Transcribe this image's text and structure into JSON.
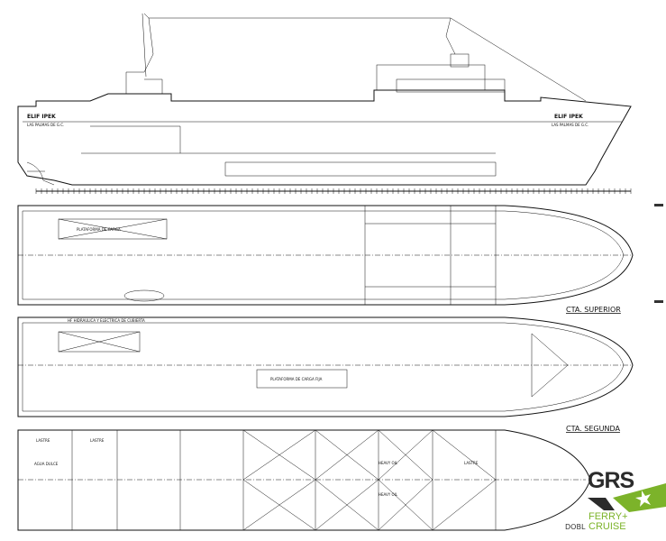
{
  "profile": {
    "ship_name": "ELIF IPEK",
    "port": "LAS PALMAS DE G.C."
  },
  "decks": {
    "upper": {
      "title": "CTA. SUPERIOR",
      "platform": "PLATAFORMA DE CARGA"
    },
    "second": {
      "title": "CTA. SEGUNDA",
      "platform": "PLATAFORMA DE CARGA FIJA",
      "note": "HF HIDRAULICA Y ELECTRICA DE CUBIERTA"
    },
    "bottom": {
      "title": "DOBL",
      "tanks": [
        "LASTRE",
        "AGUA DULCE",
        "HEAVY OIL",
        "LASTRE",
        "HEAVY OIL",
        "LASTRE"
      ]
    }
  },
  "logo": {
    "brand": "GRS",
    "line1": "FERRY+",
    "line2": "CRUISE",
    "green": "#7cb32a",
    "dark": "#2b2b2b"
  }
}
